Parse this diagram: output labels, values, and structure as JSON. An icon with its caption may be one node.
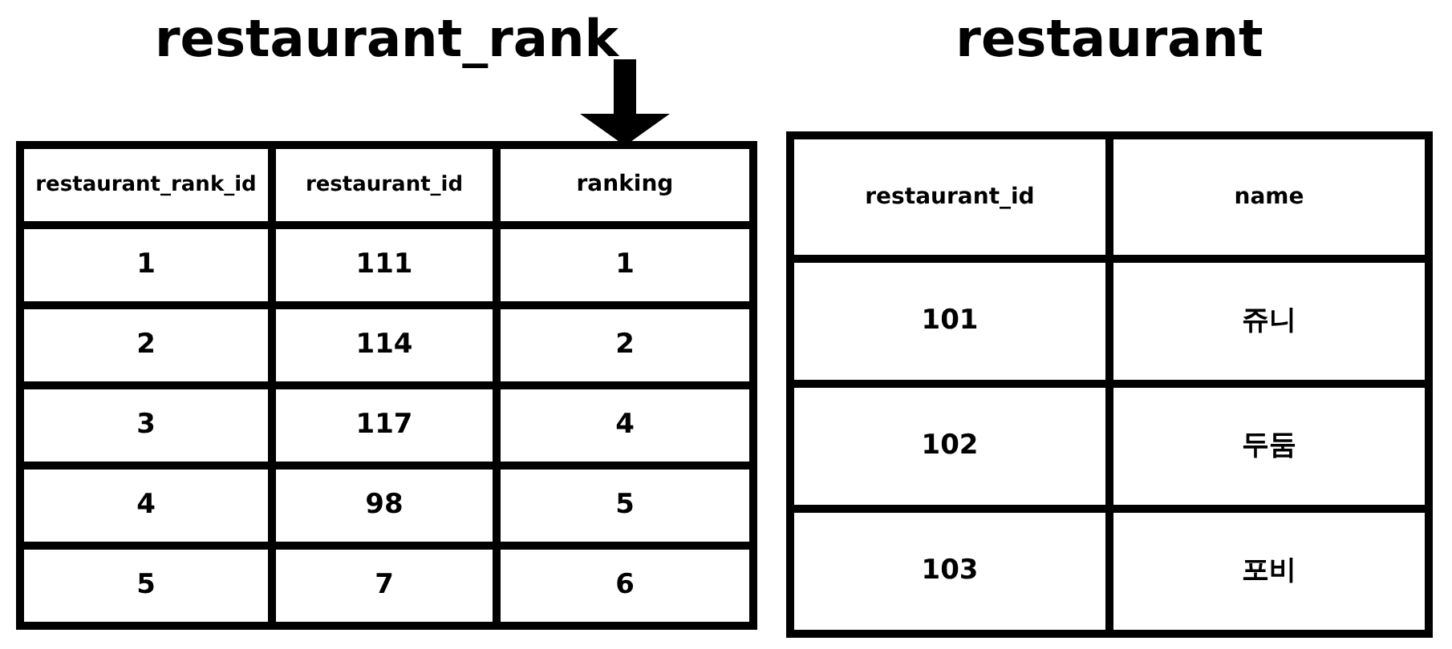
{
  "diagram": {
    "nodes": [
      {
        "text": [
          "restaurant_rank"
        ]
      },
      {
        "text": [
          "ranking"
        ],
        "in": 0
      },
      {
        "text": [
          "restaurant"
        ]
      }
    ],
    "edges": [
      {
        "from": null,
        "to": 1,
        "arrow": "to"
      }
    ],
    "labels": [
      "restaurant_rank_id",
      "restaurant_id",
      "1",
      "111",
      "1",
      "2",
      "114",
      "2",
      "3",
      "117",
      "4",
      "4",
      "98",
      "5",
      "5",
      "7",
      "6",
      "restaurant_id",
      "name",
      "101",
      "쥬니",
      "102",
      "두둠",
      "103",
      "포비"
    ]
  }
}
